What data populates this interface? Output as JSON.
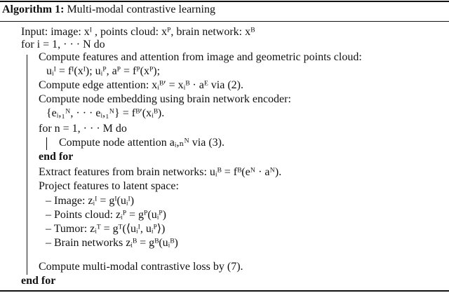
{
  "algorithm": {
    "label": "Algorithm 1:",
    "title": "Multi-modal contrastive learning",
    "lines": [
      {
        "text": "Input: image: xᴵ , points cloud: xᴾ, brain network: xᴮ"
      },
      {
        "text": "for i = 1, · · ·  N do"
      },
      {
        "text": "Compute features and attention from image and geometric points cloud:"
      },
      {
        "text": "uᵢᴵ = fᴵ(xᴵ); uᵢᴾ, aᴾ = fᴾ(xᴾ);"
      },
      {
        "text": "Compute edge attention: xᵢᴮ′ = xᵢᴮ · aᴱ via  (2)."
      },
      {
        "text": "Compute node embedding using brain network encoder:"
      },
      {
        "text": "{eᵢ,₁ᴺ, · · · eᵢ,₁ᴺ} = fᴮ′(xᵢᴮ)."
      },
      {
        "text": "for n = 1, · · ·  M do"
      },
      {
        "text": "Compute node attention aᵢ,ₙᴺ via  (3)."
      },
      {
        "text": "end for"
      },
      {
        "text": "Extract features from brain networks: uᵢᴮ = fᴮ(eᴺ · aᴺ)."
      },
      {
        "text": "Project features to latent space:"
      },
      {
        "text": "– Image: zᵢᴵ = gᴵ(uᵢᴵ)"
      },
      {
        "text": "– Points cloud: zᵢᴾ = gᴾ(uᵢᴾ)"
      },
      {
        "text": "– Tumor: zᵢᵀ = gᵀ(⟨uᵢᴵ, uᵢᴾ⟩)"
      },
      {
        "text": "– Brain networks zᵢᴮ = gᴮ(uᵢᴮ)"
      },
      {
        "text": "Compute multi-modal contrastive loss by  (7)."
      },
      {
        "text": "end for"
      }
    ]
  }
}
